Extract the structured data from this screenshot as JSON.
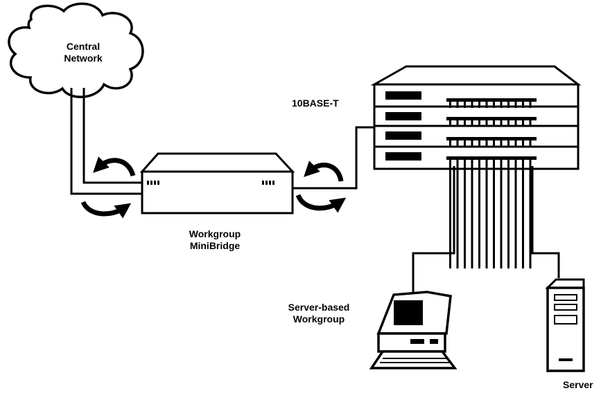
{
  "labels": {
    "cloud_line1": "Central",
    "cloud_line2": "Network",
    "hub": "10BASE-T",
    "bridge_line1": "Workgroup",
    "bridge_line2": "MiniBridge",
    "workgroup_line1": "Server-based",
    "workgroup_line2": "Workgroup",
    "server": "Server"
  },
  "colors": {
    "ink": "#000000",
    "paper": "#ffffff"
  },
  "icons": [
    "cloud-icon",
    "bridge-icon",
    "hub-stack-icon",
    "computer-icon",
    "server-tower-icon",
    "arrow-icon"
  ]
}
